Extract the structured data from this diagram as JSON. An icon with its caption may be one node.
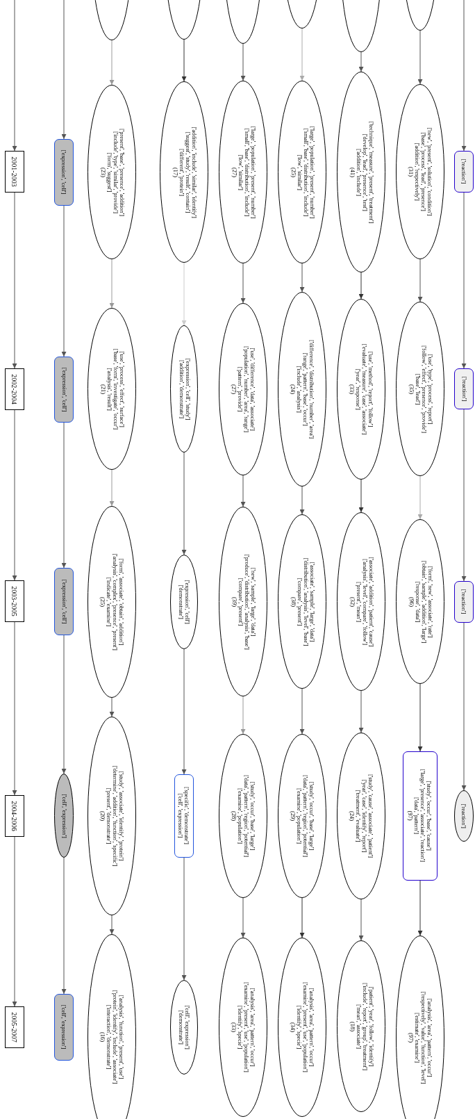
{
  "diagram": {
    "nodes": [
      {
        "text": [
          "2001-2003"
        ]
      },
      {
        "text": [
          "2002-2004"
        ]
      },
      {
        "text": [
          "2003-2005"
        ]
      },
      {
        "text": [
          "2004-2006"
        ]
      },
      {
        "text": [
          "2005-2007"
        ]
      },
      {
        "text": [
          "['expression', 'cell']"
        ]
      },
      {
        "text": [
          "['expression', 'cell']"
        ]
      },
      {
        "text": [
          "['expression', 'cell']"
        ]
      },
      {
        "text": [
          "['cell', 'expression']"
        ]
      },
      {
        "text": [
          "['cell', 'expression']"
        ]
      },
      {
        "text": [],
        "shape": "ellipse"
      },
      {
        "text": [
          "['present', 'base', 'presence', 'addition']",
          "['include', 'type', 'similar', 'provide']",
          "['form', 'suggest']",
          "(23)"
        ]
      },
      {
        "text": [
          "['use', 'process', 'effect', 'surface']",
          "['base', 'form', 'investigate', 'occur']",
          "['analysis', 'result']",
          "(21)"
        ]
      },
      {
        "text": [
          "['form', 'associate', 'obtain', 'addition']",
          "['analysis', 'complex', 'presence', 'present']",
          "['indicate', 'examine']",
          "(25)"
        ]
      },
      {
        "text": [
          "['study', 'associate', 'identify', 'protein']",
          "['determine', 'addition', 'function', 'specific']",
          "['present', 'demonstrate']",
          "(20)"
        ]
      },
      {
        "text": [
          "['analysis', 'function', 'present', 'use']",
          "['protein', 'identify', 'include', 'associate']",
          "['interaction', 'demonstrate']",
          "(16)"
        ]
      },
      {
        "text": [],
        "shape": "ellipse"
      },
      {
        "text": [
          "['addition', 'include', 'similar', 'identify']",
          "['suggest', 'study', 'result', 'contain']",
          "['different', 'protein']",
          "(17)"
        ]
      },
      {
        "text": [
          "['expression', 'cell', 'study']",
          "['addition', 'demonstrate']"
        ]
      },
      {
        "text": [
          "['expression', 'cell']",
          "['demonstrate']"
        ]
      },
      {
        "text": [
          "['specific', 'demonstrate']",
          "['cell', 'expression']"
        ]
      },
      {
        "text": [
          "['cell', 'expression']",
          "['demonstrate']"
        ]
      },
      {
        "text": [],
        "shape": "ellipse"
      },
      {
        "text": [
          "['large', 'population', 'present', 'number']",
          "['small', 'base', 'distribution', 'include']",
          "['low', 'similar']",
          "(27)"
        ]
      },
      {
        "text": [
          "['use', 'difference', 'data', 'associate']",
          "['population', 'number', 'area', 'range']",
          "['pattern', 'provide']",
          "(27)"
        ]
      },
      {
        "text": [
          "['new', 'sample', 'large', 'data']",
          "['produce', 'distribution', 'analysis', 'base']",
          "['compare', 'present']",
          "(39)"
        ]
      },
      {
        "text": [
          "['study', 'occur', 'base', 'large']",
          "['data', 'pattern', 'region', 'potential']",
          "['examine', 'population']",
          "(28)"
        ]
      },
      {
        "text": [
          "['analysis', 'area', 'pattern', 'occur']",
          "['examine', 'present', 'use', 'population']",
          "['identify', 'specie']",
          "(33)"
        ]
      },
      {
        "text": [],
        "shape": "ellipse"
      },
      {
        "text": [
          "['large', 'population', 'present', 'number']",
          "['small', 'base', 'distribution', 'include']",
          "['low', 'similar']",
          "(25)"
        ]
      },
      {
        "text": [
          "['difference', 'distribution', 'number', 'area']",
          "['range', 'pattern', 'base', 'occur']",
          "['include', 'analysis']",
          "(24)"
        ]
      },
      {
        "text": [
          "['associate', 'sample', 'large', 'data']",
          "['distribution', 'analysis', 'level', 'base']",
          "['compare', 'present']",
          "(38)"
        ]
      },
      {
        "text": [
          "['study', 'occur', 'base', 'large']",
          "['data', 'pattern', 'region', 'potential']",
          "['examine', 'population']",
          "(29)"
        ]
      },
      {
        "text": [
          "['analysis', 'area', 'pattern', 'occur']",
          "['examine', 'present', 'use', 'population']",
          "['identify', 'specie']",
          "(34)"
        ]
      },
      {
        "text": [],
        "shape": "ellipse"
      },
      {
        "text": [
          "['technique', 'measure', 'present', 'treatment']",
          "['develop', 'lead', 'presence', 'test']",
          "['addition', 'include']",
          "(41)"
        ]
      },
      {
        "text": [
          "['use', 'method', 'report', 'follow']",
          "['evaluate', 'measure', 'case', 'associate']",
          "['year', 'response']",
          "(33)"
        ]
      },
      {
        "text": [
          "['associate', 'addition', 'patient', 'cause']",
          "['analysis', 'level', 'compare', 'follow']",
          "['present', 'mean']",
          "(32)"
        ]
      },
      {
        "text": [
          "['study', 'cause', 'associate', 'patient']",
          "['year', 'case', 'identify', 'report']",
          "['treatment', 'evaluate']",
          "(24)"
        ]
      },
      {
        "text": [
          "['patient', 'year', 'follow', 'identify']",
          "['include', 'report', 'group', 'treatment']",
          "['mean', 'associate']",
          "(18)"
        ]
      },
      {
        "text": [],
        "shape": "ellipse"
      },
      {
        "text": [
          "['new', 'present', 'solution', 'condition']",
          "['base', 'process', 'lead', 'presence']",
          "['addition', 'respectively']",
          "(31)"
        ]
      },
      {
        "text": [
          "['use', 'type', 'process', 'report']",
          "['follow', 'effect', 'presence', 'provide']",
          "['base', 'lead']",
          "(35)"
        ]
      },
      {
        "text": [
          "['form', 'new', 'associate', 'rate']",
          "['obtain', 'sample', 'addition', 'large']",
          "['response', 'data']",
          "(96)"
        ]
      },
      {
        "text": [
          "['study', 'occur', 'base', 'cause']",
          "['large', 'presence', 'associate', 'reaction']",
          "['data', 'pattern']",
          "(97)"
        ]
      },
      {
        "text": [
          "['analysis', 'area', 'pattern', 'occur']",
          "['respectively', 'value', 'function', 'level']",
          "['estimate', 'examine']",
          "(97)"
        ]
      },
      {
        "text": [
          "['reaction']"
        ]
      },
      {
        "text": [
          "['reaction']"
        ]
      },
      {
        "text": [
          "['reaction']"
        ]
      },
      {
        "text": [
          "['reaction']"
        ]
      }
    ],
    "edges": [
      {
        "from": null,
        "to": 0,
        "arrow": "to"
      },
      {
        "from": 0,
        "to": 1,
        "arrow": "to"
      },
      {
        "from": 1,
        "to": 2,
        "arrow": "to"
      },
      {
        "from": 2,
        "to": 3,
        "arrow": "to"
      },
      {
        "from": 3,
        "to": 4,
        "arrow": "to"
      },
      {
        "from": null,
        "to": 5,
        "arrow": "to"
      },
      {
        "from": 5,
        "to": 6,
        "arrow": "to"
      },
      {
        "from": 6,
        "to": 7,
        "arrow": "to"
      },
      {
        "from": 7,
        "to": 8,
        "arrow": "to"
      },
      {
        "from": 8,
        "to": 9,
        "arrow": "to"
      },
      {
        "from": 10,
        "to": 11,
        "arrow": "to",
        "color": "#999999"
      },
      {
        "from": 11,
        "to": 12,
        "arrow": "to",
        "color": "#999999"
      },
      {
        "from": 12,
        "to": 13,
        "arrow": "to",
        "color": "#999999"
      },
      {
        "from": 13,
        "to": 14,
        "arrow": "to"
      },
      {
        "from": 14,
        "to": 15,
        "arrow": "to"
      },
      {
        "from": 16,
        "to": 17,
        "arrow": "to",
        "color": "#333333"
      },
      {
        "from": 17,
        "to": 18,
        "arrow": "to",
        "color": "#cccccc"
      },
      {
        "from": 18,
        "to": 19,
        "arrow": "to"
      },
      {
        "from": 19,
        "to": 20,
        "arrow": "to"
      },
      {
        "from": 20,
        "to": 21,
        "arrow": "to"
      },
      {
        "from": 22,
        "to": 23,
        "arrow": "to"
      },
      {
        "from": 23,
        "to": 24,
        "arrow": "to"
      },
      {
        "from": 24,
        "to": 25,
        "arrow": "to"
      },
      {
        "from": 25,
        "to": 26,
        "arrow": "to",
        "color": "#999999"
      },
      {
        "from": 26,
        "to": 27,
        "arrow": "to"
      },
      {
        "from": 28,
        "to": 29,
        "arrow": "to",
        "color": "#aaaaaa"
      },
      {
        "from": 29,
        "to": 30,
        "arrow": "to"
      },
      {
        "from": 30,
        "to": 31,
        "arrow": "to"
      },
      {
        "from": 31,
        "to": 32,
        "arrow": "to"
      },
      {
        "from": 32,
        "to": 33,
        "arrow": "to",
        "color": "#333333"
      },
      {
        "from": 34,
        "to": 35,
        "arrow": "to"
      },
      {
        "from": 35,
        "to": 36,
        "arrow": "to",
        "color": "#333333"
      },
      {
        "from": 36,
        "to": 37,
        "arrow": "to",
        "color": "#333333"
      },
      {
        "from": 37,
        "to": 38,
        "arrow": "to"
      },
      {
        "from": 38,
        "to": 39,
        "arrow": "to"
      },
      {
        "from": 40,
        "to": 41,
        "arrow": "to"
      },
      {
        "from": 41,
        "to": 42,
        "arrow": "to"
      },
      {
        "from": 42,
        "to": 43,
        "arrow": "to",
        "color": "#aaaaaa"
      },
      {
        "from": 43,
        "to": 44,
        "arrow": "to",
        "color": "#333333"
      },
      {
        "from": 44,
        "to": 45,
        "arrow": "to",
        "color": "#333333"
      },
      {
        "from": null,
        "to": 46,
        "arrow": "to"
      },
      {
        "from": 46,
        "to": 47,
        "arrow": "to"
      },
      {
        "from": 47,
        "to": 48,
        "arrow": "to"
      },
      {
        "from": 48,
        "to": 49,
        "arrow": "to"
      }
    ]
  }
}
